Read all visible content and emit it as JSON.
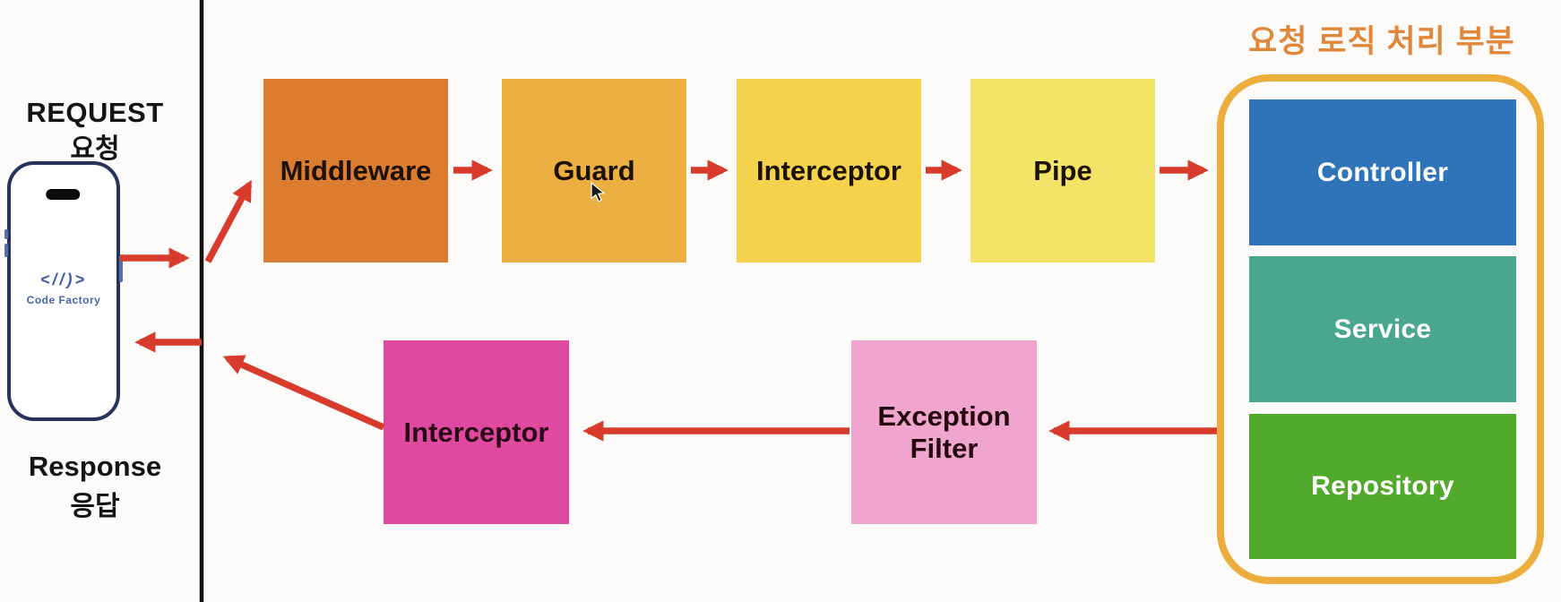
{
  "left_panel": {
    "request_label": "REQUEST",
    "request_korean": "요청",
    "response_label": "Response",
    "response_korean": "응답",
    "device": {
      "logo_glyph": "<//)>",
      "logo_text": "Code Factory"
    }
  },
  "request_flow": {
    "middleware": {
      "label": "Middleware",
      "color": "#DC7C30"
    },
    "guard": {
      "label": "Guard",
      "color": "#ECAF42"
    },
    "interceptor": {
      "label": "Interceptor",
      "color": "#F4D24B"
    },
    "pipe": {
      "label": "Pipe",
      "color": "#F3E366"
    }
  },
  "logic_group": {
    "title": "요청 로직 처리 부분",
    "title_color": "#E0873A",
    "border_color": "#EDAD3C",
    "controller": {
      "label": "Controller",
      "color": "#2F74B9"
    },
    "service": {
      "label": "Service",
      "color": "#49A78E"
    },
    "repository": {
      "label": "Repository",
      "color": "#52AA2D"
    }
  },
  "response_flow": {
    "exception_filter": {
      "label": "Exception Filter",
      "color": "#EFA5CE"
    },
    "interceptor": {
      "label": "Interceptor",
      "color": "#DF4AA0"
    }
  },
  "colors": {
    "arrow": "#D83A2B",
    "divider": "#121212",
    "phone_border": "#26345B",
    "logo_blue": "#4060A8",
    "background": "#FCFBFA"
  }
}
